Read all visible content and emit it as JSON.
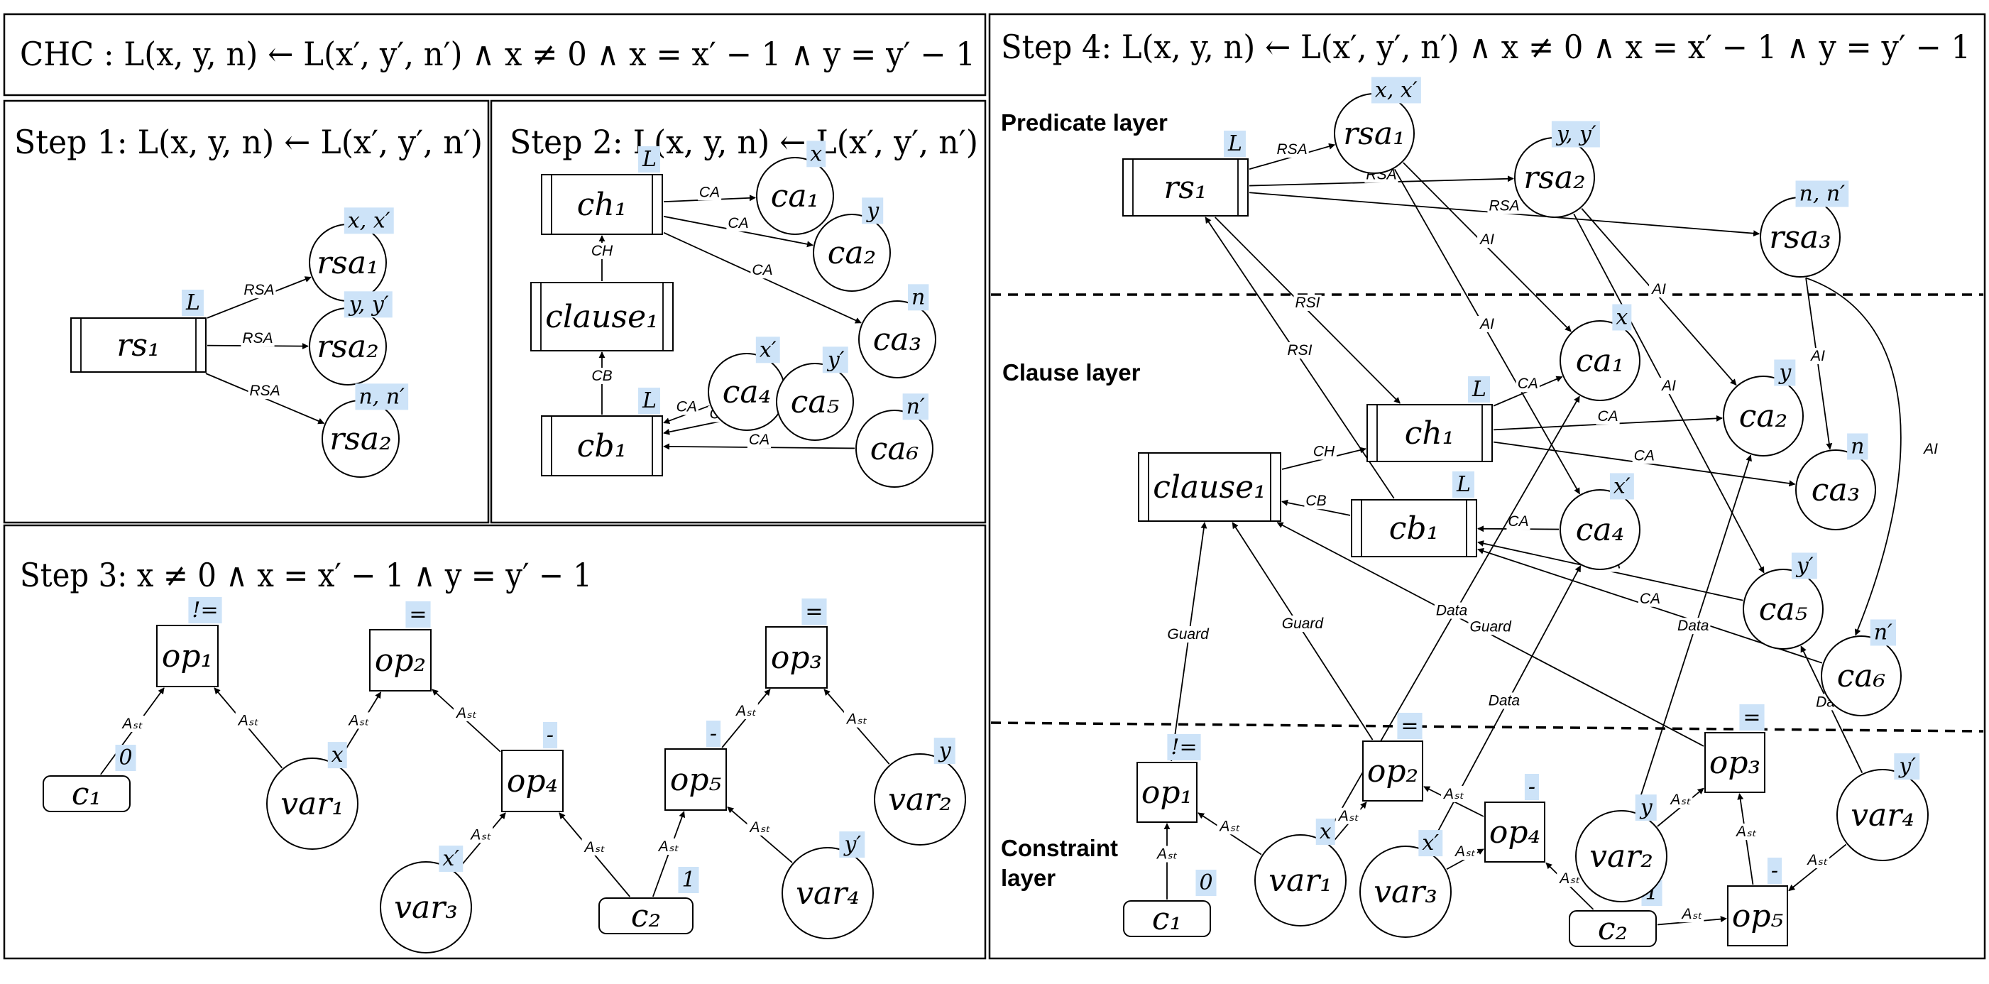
{
  "panels": {
    "chc": "CHC : L(x, y, n) ← L(x′, y′, n′) ∧ x ≠ 0 ∧ x = x′ − 1 ∧ y = y′ − 1",
    "step1": "Step 1: L(x, y, n) ← L(x′, y′, n′)",
    "step2": "Step 2: L(x, y, n) ← L(x′, y′, n′)",
    "step3": "Step 3: x ≠ 0 ∧ x = x′ − 1 ∧ y = y′ − 1",
    "step4": "Step 4: L(x, y, n) ← L(x′, y′, n′) ∧ x ≠ 0 ∧ x = x′ − 1 ∧ y = y′ − 1"
  },
  "layers": {
    "predicate": "Predicate layer",
    "clause": "Clause layer",
    "constraint_1": "Constraint",
    "constraint_2": "layer"
  },
  "tag_color": "#cde3f8",
  "nodes": [
    {
      "id": "s1_rs1",
      "shape": "rel",
      "label": "rs₁",
      "tag": "L"
    },
    {
      "id": "s1_rsa1",
      "shape": "circle",
      "label": "rsa₁",
      "tag": "x, x′"
    },
    {
      "id": "s1_rsa2",
      "shape": "circle",
      "label": "rsa₂",
      "tag": "y, y′"
    },
    {
      "id": "s1_rsa2b",
      "shape": "circle",
      "label": "rsa₂",
      "tag": "n, n′"
    },
    {
      "id": "s2_ch1",
      "shape": "rel",
      "label": "ch₁",
      "tag": "L"
    },
    {
      "id": "s2_clause1",
      "shape": "rel",
      "label": "clause₁",
      "tag": ""
    },
    {
      "id": "s2_cb1",
      "shape": "rel",
      "label": "cb₁",
      "tag": "L"
    },
    {
      "id": "s2_ca1",
      "shape": "circle",
      "label": "ca₁",
      "tag": "x"
    },
    {
      "id": "s2_ca2",
      "shape": "circle",
      "label": "ca₂",
      "tag": "y"
    },
    {
      "id": "s2_ca3",
      "shape": "circle",
      "label": "ca₃",
      "tag": "n"
    },
    {
      "id": "s2_ca4",
      "shape": "circle",
      "label": "ca₄",
      "tag": "x′"
    },
    {
      "id": "s2_ca5",
      "shape": "circle",
      "label": "ca₅",
      "tag": "y′"
    },
    {
      "id": "s2_ca6",
      "shape": "circle",
      "label": "ca₆",
      "tag": "n′"
    },
    {
      "id": "s3_op1",
      "shape": "box",
      "label": "op₁",
      "tag": "!="
    },
    {
      "id": "s3_op2",
      "shape": "box",
      "label": "op₂",
      "tag": "="
    },
    {
      "id": "s3_op3",
      "shape": "box",
      "label": "op₃",
      "tag": "="
    },
    {
      "id": "s3_op4",
      "shape": "box",
      "label": "op₄",
      "tag": "-"
    },
    {
      "id": "s3_op5",
      "shape": "box",
      "label": "op₅",
      "tag": "-"
    },
    {
      "id": "s3_c1",
      "shape": "const",
      "label": "c₁",
      "tag": "0"
    },
    {
      "id": "s3_c2",
      "shape": "const",
      "label": "c₂",
      "tag": "1"
    },
    {
      "id": "s3_var1",
      "shape": "circle",
      "label": "var₁",
      "tag": "x"
    },
    {
      "id": "s3_var2",
      "shape": "circle",
      "label": "var₂",
      "tag": "y"
    },
    {
      "id": "s3_var3",
      "shape": "circle",
      "label": "var₃",
      "tag": "x′"
    },
    {
      "id": "s3_var4",
      "shape": "circle",
      "label": "var₄",
      "tag": "y′"
    },
    {
      "id": "s4_rs1",
      "shape": "rel",
      "label": "rs₁",
      "tag": "L"
    },
    {
      "id": "s4_rsa1",
      "shape": "circle",
      "label": "rsa₁",
      "tag": "x, x′"
    },
    {
      "id": "s4_rsa2",
      "shape": "circle",
      "label": "rsa₂",
      "tag": "y, y′"
    },
    {
      "id": "s4_rsa3",
      "shape": "circle",
      "label": "rsa₃",
      "tag": "n, n′"
    },
    {
      "id": "s4_ch1",
      "shape": "rel",
      "label": "ch₁",
      "tag": "L"
    },
    {
      "id": "s4_clause1",
      "shape": "rel",
      "label": "clause₁",
      "tag": ""
    },
    {
      "id": "s4_cb1",
      "shape": "rel",
      "label": "cb₁",
      "tag": "L"
    },
    {
      "id": "s4_ca1",
      "shape": "circle",
      "label": "ca₁",
      "tag": "x"
    },
    {
      "id": "s4_ca2",
      "shape": "circle",
      "label": "ca₂",
      "tag": "y"
    },
    {
      "id": "s4_ca3",
      "shape": "circle",
      "label": "ca₃",
      "tag": "n"
    },
    {
      "id": "s4_ca4",
      "shape": "circle",
      "label": "ca₄",
      "tag": "x′"
    },
    {
      "id": "s4_ca5",
      "shape": "circle",
      "label": "ca₅",
      "tag": "y′"
    },
    {
      "id": "s4_ca6",
      "shape": "circle",
      "label": "ca₆",
      "tag": "n′"
    },
    {
      "id": "s4_op1",
      "shape": "box",
      "label": "op₁",
      "tag": "!="
    },
    {
      "id": "s4_op2",
      "shape": "box",
      "label": "op₂",
      "tag": "="
    },
    {
      "id": "s4_op3",
      "shape": "box",
      "label": "op₃",
      "tag": "="
    },
    {
      "id": "s4_op4",
      "shape": "box",
      "label": "op₄",
      "tag": "-"
    },
    {
      "id": "s4_op5",
      "shape": "box",
      "label": "op₅",
      "tag": "-"
    },
    {
      "id": "s4_c1",
      "shape": "const",
      "label": "c₁",
      "tag": "0"
    },
    {
      "id": "s4_c2",
      "shape": "const",
      "label": "c₂",
      "tag": "1"
    },
    {
      "id": "s4_var1",
      "shape": "circle",
      "label": "var₁",
      "tag": "x"
    },
    {
      "id": "s4_var2",
      "shape": "circle",
      "label": "var₂",
      "tag": "y"
    },
    {
      "id": "s4_var3",
      "shape": "circle",
      "label": "var₃",
      "tag": "x′"
    },
    {
      "id": "s4_var4",
      "shape": "circle",
      "label": "var₄",
      "tag": "y′"
    }
  ],
  "edges": [
    {
      "from": "s1_rs1",
      "to": "s1_rsa1",
      "label": "RSA"
    },
    {
      "from": "s1_rs1",
      "to": "s1_rsa2",
      "label": "RSA"
    },
    {
      "from": "s1_rs1",
      "to": "s1_rsa2b",
      "label": "RSA"
    },
    {
      "from": "s2_ch1",
      "to": "s2_ca1",
      "label": "CA"
    },
    {
      "from": "s2_ch1",
      "to": "s2_ca2",
      "label": "CA"
    },
    {
      "from": "s2_ch1",
      "to": "s2_ca3",
      "label": "CA"
    },
    {
      "from": "s2_clause1",
      "to": "s2_ch1",
      "label": "CH"
    },
    {
      "from": "s2_cb1",
      "to": "s2_clause1",
      "label": "CB"
    },
    {
      "from": "s2_ca4",
      "to": "s2_cb1",
      "label": "CA"
    },
    {
      "from": "s2_ca5",
      "to": "s2_cb1",
      "label": "CA"
    },
    {
      "from": "s2_ca6",
      "to": "s2_cb1",
      "label": "CA"
    },
    {
      "from": "s3_c1",
      "to": "s3_op1",
      "label": "Aₛₜ"
    },
    {
      "from": "s3_var1",
      "to": "s3_op1",
      "label": "Aₛₜ"
    },
    {
      "from": "s3_var1",
      "to": "s3_op2",
      "label": "Aₛₜ"
    },
    {
      "from": "s3_op4",
      "to": "s3_op2",
      "label": "Aₛₜ"
    },
    {
      "from": "s3_var3",
      "to": "s3_op4",
      "label": "Aₛₜ"
    },
    {
      "from": "s3_c2",
      "to": "s3_op4",
      "label": "Aₛₜ"
    },
    {
      "from": "s3_c2",
      "to": "s3_op5",
      "label": "Aₛₜ"
    },
    {
      "from": "s3_var4",
      "to": "s3_op5",
      "label": "Aₛₜ"
    },
    {
      "from": "s3_op5",
      "to": "s3_op3",
      "label": "Aₛₜ"
    },
    {
      "from": "s3_var2",
      "to": "s3_op3",
      "label": "Aₛₜ"
    },
    {
      "from": "s4_rs1",
      "to": "s4_rsa1",
      "label": "RSA"
    },
    {
      "from": "s4_rs1",
      "to": "s4_rsa2",
      "label": "RSA"
    },
    {
      "from": "s4_rs1",
      "to": "s4_rsa3",
      "label": "RSA"
    },
    {
      "from": "s4_rs1",
      "to": "s4_ch1",
      "label": "RSI"
    },
    {
      "from": "s4_cb1",
      "to": "s4_rs1",
      "label": "RSI"
    },
    {
      "from": "s4_rsa1",
      "to": "s4_ca1",
      "label": "AI"
    },
    {
      "from": "s4_rsa1",
      "to": "s4_ca4",
      "label": "AI"
    },
    {
      "from": "s4_rsa2",
      "to": "s4_ca2",
      "label": "AI"
    },
    {
      "from": "s4_rsa2",
      "to": "s4_ca5",
      "label": "AI"
    },
    {
      "from": "s4_rsa3",
      "to": "s4_ca3",
      "label": "AI"
    },
    {
      "from": "s4_rsa3",
      "to": "s4_ca6",
      "label": "AI"
    },
    {
      "from": "s4_ch1",
      "to": "s4_ca1",
      "label": "CA"
    },
    {
      "from": "s4_ch1",
      "to": "s4_ca2",
      "label": "CA"
    },
    {
      "from": "s4_ch1",
      "to": "s4_ca3",
      "label": "CA"
    },
    {
      "from": "s4_clause1",
      "to": "s4_ch1",
      "label": "CH"
    },
    {
      "from": "s4_cb1",
      "to": "s4_clause1",
      "label": "CB"
    },
    {
      "from": "s4_ca4",
      "to": "s4_cb1",
      "label": "CA"
    },
    {
      "from": "s4_ca5",
      "to": "s4_cb1",
      "label": "CA"
    },
    {
      "from": "s4_ca6",
      "to": "s4_cb1",
      "label": "CA"
    },
    {
      "from": "s4_op1",
      "to": "s4_clause1",
      "label": "Guard"
    },
    {
      "from": "s4_op2",
      "to": "s4_clause1",
      "label": "Guard"
    },
    {
      "from": "s4_op3",
      "to": "s4_clause1",
      "label": "Guard"
    },
    {
      "from": "s4_var1",
      "to": "s4_ca1",
      "label": "Data"
    },
    {
      "from": "s4_var3",
      "to": "s4_ca4",
      "label": "Data"
    },
    {
      "from": "s4_var2",
      "to": "s4_ca2",
      "label": "Data"
    },
    {
      "from": "s4_var4",
      "to": "s4_ca5",
      "label": "Data"
    },
    {
      "from": "s4_c1",
      "to": "s4_op1",
      "label": "Aₛₜ"
    },
    {
      "from": "s4_var1",
      "to": "s4_op1",
      "label": "Aₛₜ"
    },
    {
      "from": "s4_var1",
      "to": "s4_op2",
      "label": "Aₛₜ"
    },
    {
      "from": "s4_op4",
      "to": "s4_op2",
      "label": "Aₛₜ"
    },
    {
      "from": "s4_var3",
      "to": "s4_op4",
      "label": "Aₛₜ"
    },
    {
      "from": "s4_c2",
      "to": "s4_op4",
      "label": "Aₛₜ"
    },
    {
      "from": "s4_c2",
      "to": "s4_op5",
      "label": "Aₛₜ"
    },
    {
      "from": "s4_var4",
      "to": "s4_op5",
      "label": "Aₛₜ"
    },
    {
      "from": "s4_op5",
      "to": "s4_op3",
      "label": "Aₛₜ"
    },
    {
      "from": "s4_var2",
      "to": "s4_op3",
      "label": "Aₛₜ"
    }
  ]
}
